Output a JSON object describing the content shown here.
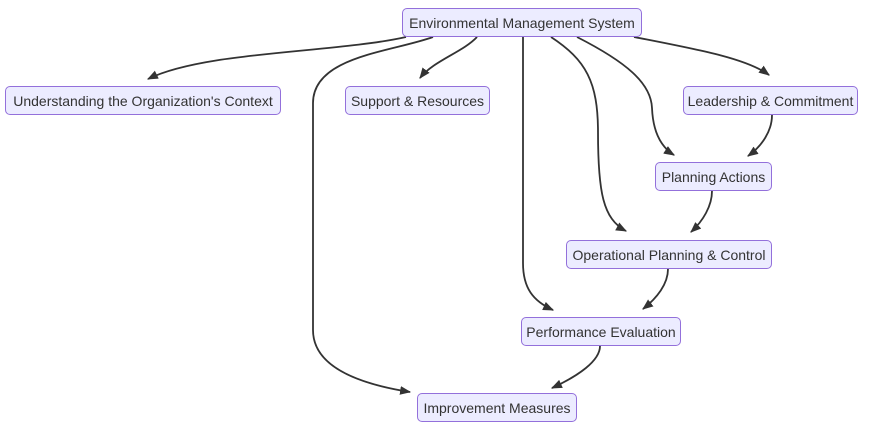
{
  "diagram": {
    "type": "flowchart",
    "direction": "top-down",
    "nodes": [
      {
        "id": "ems",
        "label": "Environmental Management System"
      },
      {
        "id": "context",
        "label": "Understanding the Organization's Context"
      },
      {
        "id": "support",
        "label": "Support & Resources"
      },
      {
        "id": "leadership",
        "label": "Leadership & Commitment"
      },
      {
        "id": "planning",
        "label": "Planning Actions"
      },
      {
        "id": "operational",
        "label": "Operational Planning & Control"
      },
      {
        "id": "performance",
        "label": "Performance Evaluation"
      },
      {
        "id": "improvement",
        "label": "Improvement Measures"
      }
    ],
    "edges": [
      {
        "from": "ems",
        "to": "context"
      },
      {
        "from": "ems",
        "to": "support"
      },
      {
        "from": "ems",
        "to": "leadership"
      },
      {
        "from": "ems",
        "to": "planning"
      },
      {
        "from": "ems",
        "to": "operational"
      },
      {
        "from": "ems",
        "to": "performance"
      },
      {
        "from": "ems",
        "to": "improvement"
      },
      {
        "from": "leadership",
        "to": "planning"
      },
      {
        "from": "planning",
        "to": "operational"
      },
      {
        "from": "operational",
        "to": "performance"
      },
      {
        "from": "performance",
        "to": "improvement"
      }
    ],
    "colors": {
      "node_fill": "#ECECFF",
      "node_border": "#9370DB",
      "edge": "#333333",
      "text": "#333333",
      "background": "#FFFFFF"
    }
  }
}
